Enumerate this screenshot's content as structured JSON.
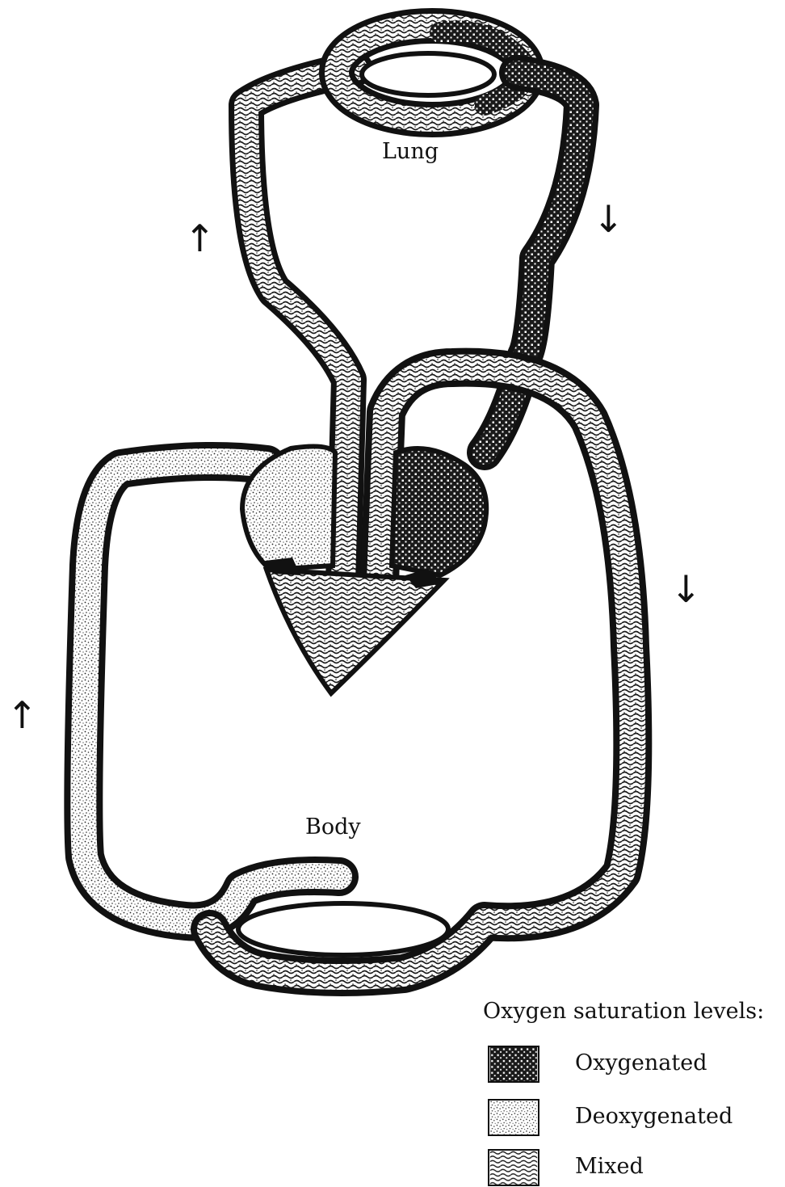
{
  "labels": {
    "lung": "Lung",
    "body": "Body"
  },
  "arrows": {
    "up": "↑",
    "down": "↓"
  },
  "legend": {
    "title": "Oxygen saturation levels:",
    "items": [
      {
        "key": "oxygenated",
        "label": "Oxygenated"
      },
      {
        "key": "deoxygenated",
        "label": "Deoxygenated"
      },
      {
        "key": "mixed",
        "label": "Mixed"
      }
    ]
  },
  "colors": {
    "ink": "#111111",
    "background": "#ffffff"
  }
}
